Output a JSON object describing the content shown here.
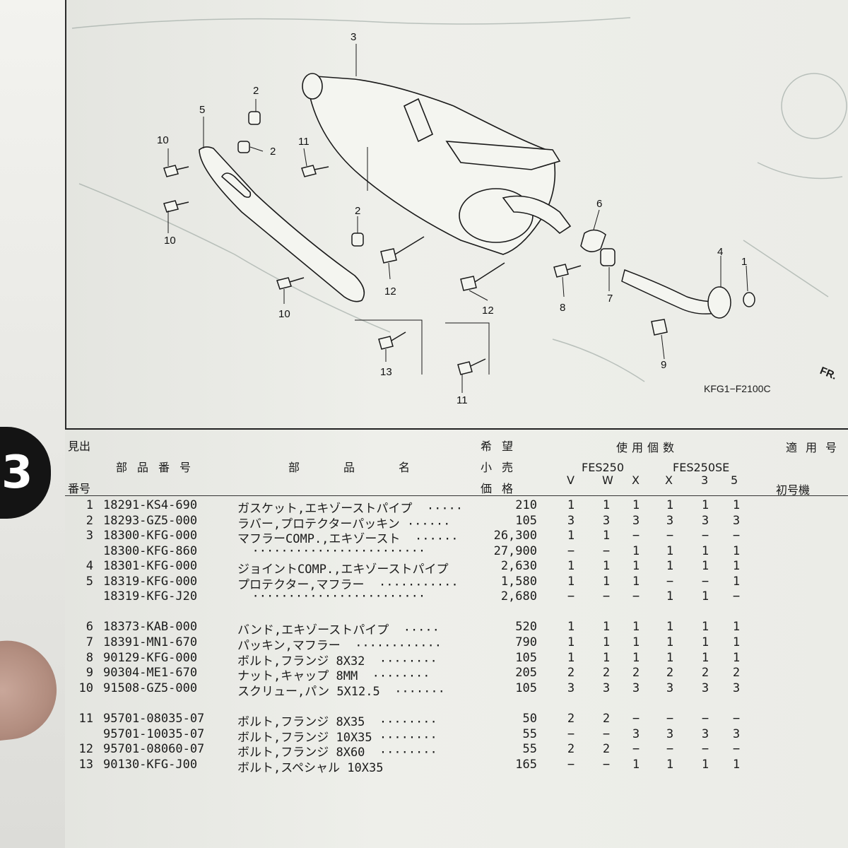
{
  "section_tab": "3",
  "diagram": {
    "code": "KFG1−F2100C",
    "fr_mark": "FR.",
    "callouts": [
      "3",
      "2",
      "5",
      "2",
      "10",
      "11",
      "10",
      "2",
      "6",
      "4",
      "1",
      "12",
      "12",
      "8",
      "7",
      "10",
      "9",
      "13",
      "11"
    ]
  },
  "table": {
    "headers": {
      "ref_top": "見出",
      "ref_bottom": "番号",
      "part_no": "部品番号",
      "part_name": "部品名",
      "price_1": "希望",
      "price_2": "小売",
      "price_3": "価格",
      "qty": "使用個数",
      "model_a": "FES250",
      "model_b": "FES250SE",
      "apply": "適用号",
      "first_no": "初号機",
      "cols": [
        "V",
        "W",
        "X",
        "X",
        "3",
        "5"
      ]
    },
    "rows": [
      {
        "no": "1",
        "part": "18291-KS4-690",
        "name": "ガスケット,エキゾーストパイプ  ·····",
        "price": "210",
        "q": [
          "1",
          "1",
          "1",
          "1",
          "1",
          "1"
        ]
      },
      {
        "no": "2",
        "part": "18293-GZ5-000",
        "name": "ラバー,プロテクターパッキン ······",
        "price": "105",
        "q": [
          "3",
          "3",
          "3",
          "3",
          "3",
          "3"
        ]
      },
      {
        "no": "3",
        "part": "18300-KFG-000",
        "name": "マフラーCOMP.,エキゾースト  ······",
        "price": "26,300",
        "q": [
          "1",
          "1",
          "−",
          "−",
          "−",
          "−"
        ]
      },
      {
        "no": "",
        "part": "18300-KFG-860",
        "name": "  ························",
        "price": "27,900",
        "q": [
          "−",
          "−",
          "1",
          "1",
          "1",
          "1"
        ]
      },
      {
        "no": "4",
        "part": "18301-KFG-000",
        "name": "ジョイントCOMP.,エキゾーストパイプ",
        "price": "2,630",
        "q": [
          "1",
          "1",
          "1",
          "1",
          "1",
          "1"
        ]
      },
      {
        "no": "5",
        "part": "18319-KFG-000",
        "name": "プロテクター,マフラー  ···········",
        "price": "1,580",
        "q": [
          "1",
          "1",
          "1",
          "−",
          "−",
          "1"
        ]
      },
      {
        "no": "",
        "part": "18319-KFG-J20",
        "name": "  ························",
        "price": "2,680",
        "q": [
          "−",
          "−",
          "−",
          "1",
          "1",
          "−"
        ]
      },
      {
        "no": "6",
        "part": "18373-KAB-000",
        "name": "バンド,エキゾーストパイプ  ·····",
        "price": "520",
        "q": [
          "1",
          "1",
          "1",
          "1",
          "1",
          "1"
        ]
      },
      {
        "no": "7",
        "part": "18391-MN1-670",
        "name": "パッキン,マフラー  ············",
        "price": "790",
        "q": [
          "1",
          "1",
          "1",
          "1",
          "1",
          "1"
        ]
      },
      {
        "no": "8",
        "part": "90129-KFG-000",
        "name": "ボルト,フランジ 8X32  ········",
        "price": "105",
        "q": [
          "1",
          "1",
          "1",
          "1",
          "1",
          "1"
        ]
      },
      {
        "no": "9",
        "part": "90304-ME1-670",
        "name": "ナット,キャップ 8MM  ········",
        "price": "205",
        "q": [
          "2",
          "2",
          "2",
          "2",
          "2",
          "2"
        ]
      },
      {
        "no": "10",
        "part": "91508-GZ5-000",
        "name": "スクリュー,パン 5X12.5  ·······",
        "price": "105",
        "q": [
          "3",
          "3",
          "3",
          "3",
          "3",
          "3"
        ]
      },
      {
        "no": "11",
        "part": "95701-08035-07",
        "name": "ボルト,フランジ 8X35  ········",
        "price": "50",
        "q": [
          "2",
          "2",
          "−",
          "−",
          "−",
          "−"
        ]
      },
      {
        "no": "",
        "part": "95701-10035-07",
        "name": "ボルト,フランジ 10X35 ········",
        "price": "55",
        "q": [
          "−",
          "−",
          "3",
          "3",
          "3",
          "3"
        ]
      },
      {
        "no": "12",
        "part": "95701-08060-07",
        "name": "ボルト,フランジ 8X60  ········",
        "price": "55",
        "q": [
          "2",
          "2",
          "−",
          "−",
          "−",
          "−"
        ]
      },
      {
        "no": "13",
        "part": "90130-KFG-J00",
        "name": "ボルト,スペシャル 10X35",
        "price": "165",
        "q": [
          "−",
          "−",
          "1",
          "1",
          "1",
          "1"
        ]
      }
    ]
  }
}
